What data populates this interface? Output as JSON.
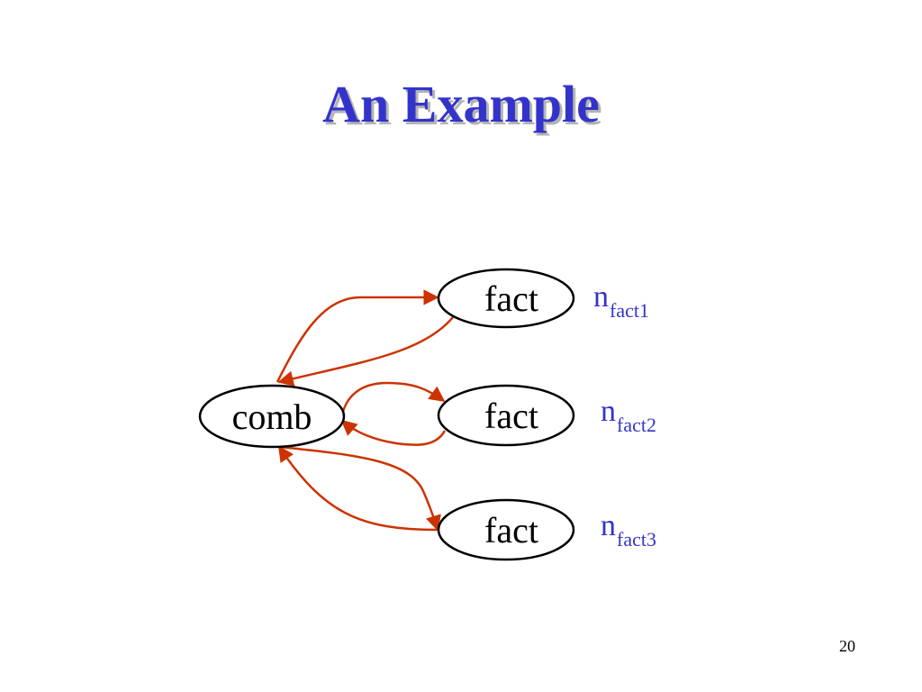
{
  "slide": {
    "title": "An Example",
    "page_number": "20"
  },
  "diagram": {
    "edge_color": "#cc3300",
    "title_color": "#3333cc",
    "nodes": [
      {
        "id": "comb",
        "label": "comb"
      },
      {
        "id": "fact1",
        "label": "fact",
        "annotation": {
          "main": "n",
          "sub": "fact1"
        }
      },
      {
        "id": "fact2",
        "label": "fact",
        "annotation": {
          "main": "n",
          "sub": "fact2"
        }
      },
      {
        "id": "fact3",
        "label": "fact",
        "annotation": {
          "main": "n",
          "sub": "fact3"
        }
      }
    ],
    "edges": [
      {
        "from": "comb",
        "to": "fact1"
      },
      {
        "from": "fact1",
        "to": "comb"
      },
      {
        "from": "comb",
        "to": "fact2"
      },
      {
        "from": "fact2",
        "to": "comb"
      },
      {
        "from": "comb",
        "to": "fact3"
      },
      {
        "from": "fact3",
        "to": "comb"
      }
    ]
  }
}
